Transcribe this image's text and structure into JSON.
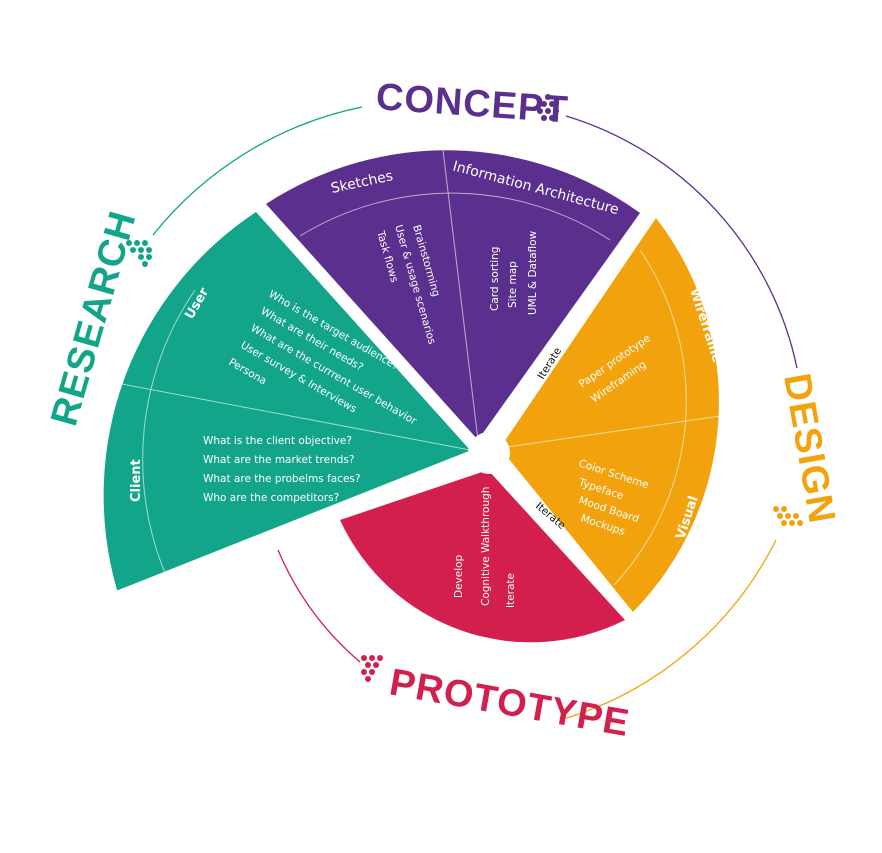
{
  "colors": {
    "research": "#13a58a",
    "concept": "#5b2f8e",
    "design": "#f1a20c",
    "prototype": "#d31f4d",
    "background": "#ffffff"
  },
  "phases": {
    "research": "RESEARCH",
    "concept": "CONCEPT",
    "design": "DESIGN",
    "prototype": "PROTOTYPE"
  },
  "research": {
    "user": {
      "label": "User",
      "items": [
        "Who is the target audience?",
        "What are their needs?",
        "What are the currrent user behavior",
        "User survey & Interviews",
        "Persona"
      ]
    },
    "client": {
      "label": "Client",
      "items": [
        "What is the client objective?",
        "What are the market trends?",
        "What are the probelms faces?",
        "Who are the competitors?"
      ]
    }
  },
  "concept": {
    "sketches": {
      "label": "Sketches",
      "items": [
        "Brainstorming",
        "User  & usage scenarios",
        "Task flows"
      ]
    },
    "ia": {
      "label": "Information Architecture",
      "items": [
        "Card sorting",
        "Site map",
        "UML & Dataflow"
      ]
    },
    "iterate": "Iterate"
  },
  "design": {
    "wireframe": {
      "label": "Wireframe",
      "items": [
        "Paper prototype",
        "Wireframing"
      ]
    },
    "visual": {
      "label": "Visual",
      "items": [
        "Color Scheme",
        "Typeface",
        "Mood Board",
        "Mockups"
      ]
    }
  },
  "prototype": {
    "items": [
      "Develop",
      "Cognitive Walkthrough",
      "Iterate"
    ],
    "iterate": "Iterate"
  }
}
